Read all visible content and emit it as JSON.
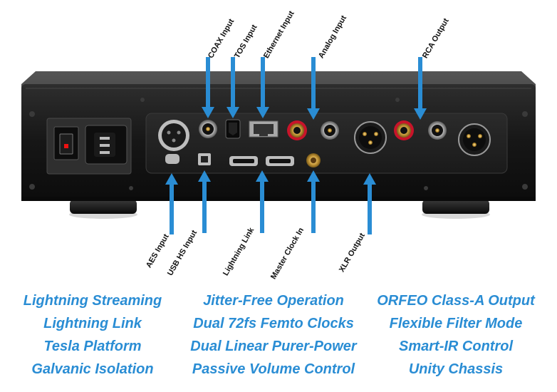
{
  "colors": {
    "arrow": "#2a8dd4",
    "feature_text": "#2a8dd4",
    "chassis": "#151515",
    "panel": "#232323"
  },
  "labels": {
    "coax_input": "COAX Input",
    "tos_input": "TOS Input",
    "ethernet_input": "Ethernet Input",
    "analog_input": "Analog Input",
    "rca_output": "RCA Output",
    "aes_input": "AES Input",
    "usb_hs_input": "USB HS Input",
    "lightning_link": "Lightning Link",
    "master_clock_in": "Master Clock In",
    "xlr_output": "XLR Output"
  },
  "features": {
    "col1": [
      "Lightning Streaming",
      "Lightning Link",
      "Tesla Platform",
      "Galvanic Isolation"
    ],
    "col2": [
      "Jitter-Free Operation",
      "Dual 72fs Femto Clocks",
      "Dual Linear Purer-Power",
      "Passive Volume Control"
    ],
    "col3": [
      "ORFEO Class-A Output",
      "Flexible Filter Mode",
      "Smart-IR Control",
      "Unity Chassis"
    ]
  }
}
